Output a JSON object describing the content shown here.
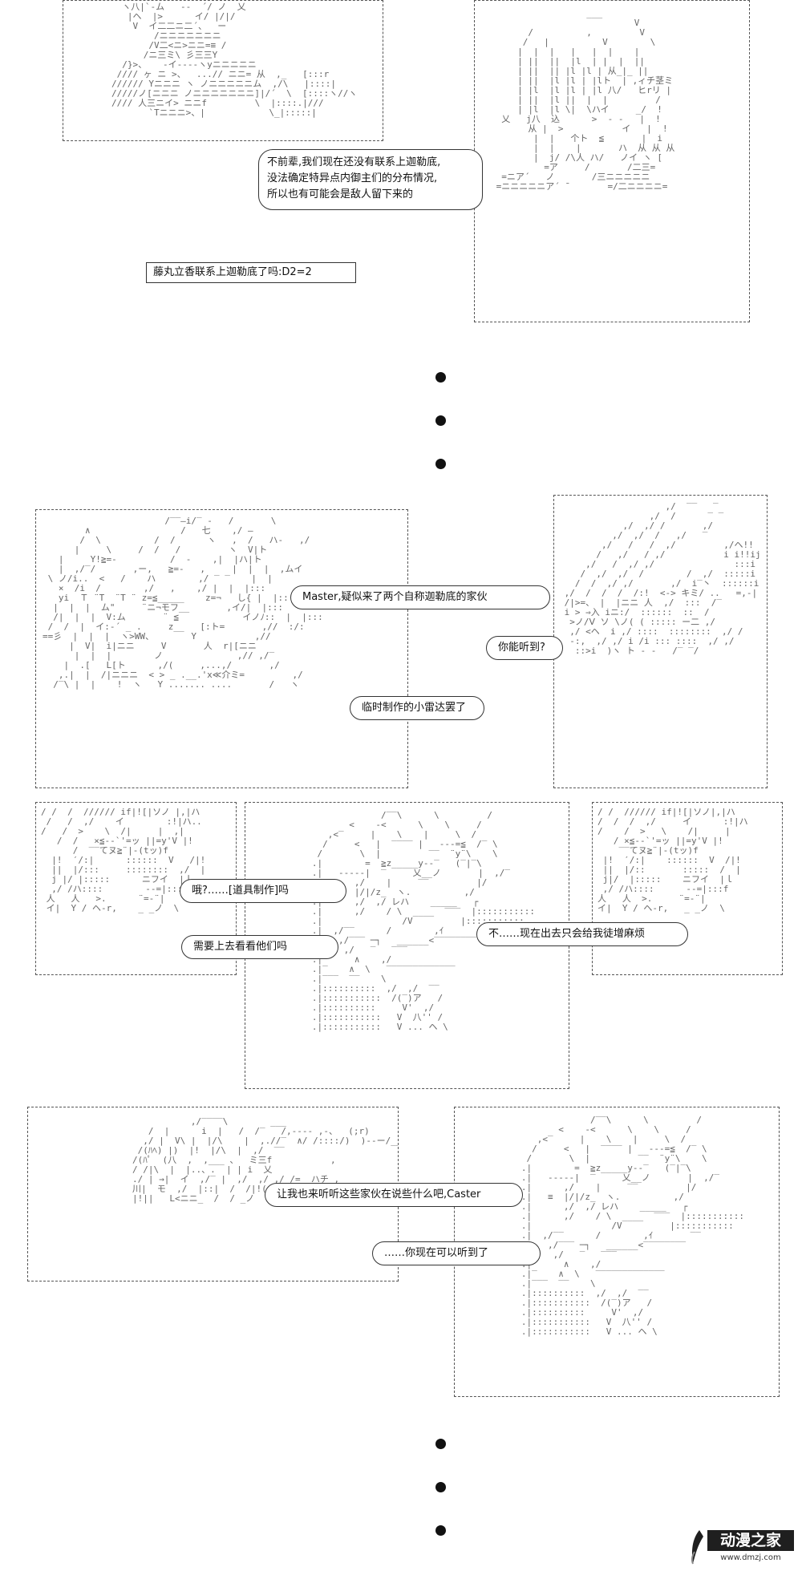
{
  "scene1": {
    "caption": "藤丸立香联系上迦勒底了吗:D2=2",
    "dialog": [
      "不前辈,我们现在还没有联系上迦勒底,",
      "没法确定特异点内御主们的分布情况,",
      "所以也有可能会是敌人留下来的"
    ]
  },
  "scene2": {
    "line1": "Master,疑似来了两个自称迦勒底的家伙",
    "line2": "你能听到?",
    "line3": "临时制作的小雷达罢了"
  },
  "scene3": {
    "line1": "哦?……[道具制作]吗",
    "line2": "需要上去看看他们吗",
    "line3": "不……现在出去只会给我徒增麻烦"
  },
  "scene4": {
    "line1": "让我也来听听这些家伙在说些什么吧,Caster",
    "line2": "……你现在可以听到了"
  },
  "watermark": {
    "name": "动漫之家",
    "url": "www.dmzj.com"
  }
}
